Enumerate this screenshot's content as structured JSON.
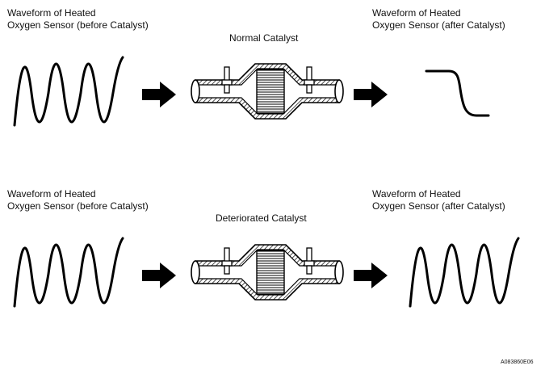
{
  "top": {
    "before_label": [
      "Waveform of Heated",
      "Oxygen Sensor (before Catalyst)"
    ],
    "catalyst_label": "Normal Catalyst",
    "after_label": [
      "Waveform of Heated",
      "Oxygen Sensor (after Catalyst)"
    ]
  },
  "bottom": {
    "before_label": [
      "Waveform of Heated",
      "Oxygen Sensor (before Catalyst)"
    ],
    "catalyst_label": "Deteriorated Catalyst",
    "after_label": [
      "Waveform of Heated",
      "Oxygen Sensor (after Catalyst)"
    ]
  },
  "figure_code": "A083860E06"
}
